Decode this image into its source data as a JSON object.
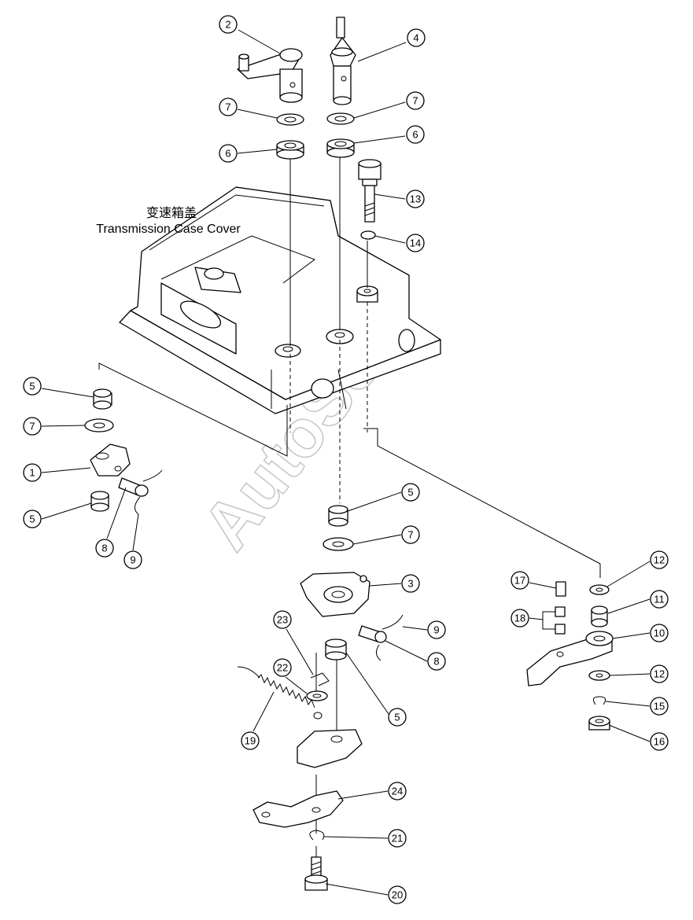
{
  "labels": {
    "cover_cn": "变速箱盖",
    "cover_en": "Transmission Case Cover"
  },
  "watermark": "AutoSoft",
  "callouts": [
    {
      "id": "c2-top",
      "num": "2"
    },
    {
      "id": "c4-top",
      "num": "4"
    },
    {
      "id": "c7-left-top",
      "num": "7"
    },
    {
      "id": "c7-right-top",
      "num": "7"
    },
    {
      "id": "c6-left",
      "num": "6"
    },
    {
      "id": "c6-right",
      "num": "6"
    },
    {
      "id": "c13",
      "num": "13"
    },
    {
      "id": "c14",
      "num": "14"
    },
    {
      "id": "c5-left-upper",
      "num": "5"
    },
    {
      "id": "c7-left-mid",
      "num": "7"
    },
    {
      "id": "c1",
      "num": "1"
    },
    {
      "id": "c5-left-lower",
      "num": "5"
    },
    {
      "id": "c8-left",
      "num": "8"
    },
    {
      "id": "c9-left",
      "num": "9"
    },
    {
      "id": "c5-center",
      "num": "5"
    },
    {
      "id": "c7-center",
      "num": "7"
    },
    {
      "id": "c3",
      "num": "3"
    },
    {
      "id": "c9-center",
      "num": "9"
    },
    {
      "id": "c8-center",
      "num": "8"
    },
    {
      "id": "c5-lower",
      "num": "5"
    },
    {
      "id": "c23",
      "num": "23"
    },
    {
      "id": "c22",
      "num": "22"
    },
    {
      "id": "c19",
      "num": "19"
    },
    {
      "id": "c24",
      "num": "24"
    },
    {
      "id": "c21",
      "num": "21"
    },
    {
      "id": "c20",
      "num": "20"
    },
    {
      "id": "c17",
      "num": "17"
    },
    {
      "id": "c18",
      "num": "18"
    },
    {
      "id": "c12-top",
      "num": "12"
    },
    {
      "id": "c11",
      "num": "11"
    },
    {
      "id": "c10",
      "num": "10"
    },
    {
      "id": "c12-bottom",
      "num": "12"
    },
    {
      "id": "c15",
      "num": "15"
    },
    {
      "id": "c16",
      "num": "16"
    }
  ]
}
